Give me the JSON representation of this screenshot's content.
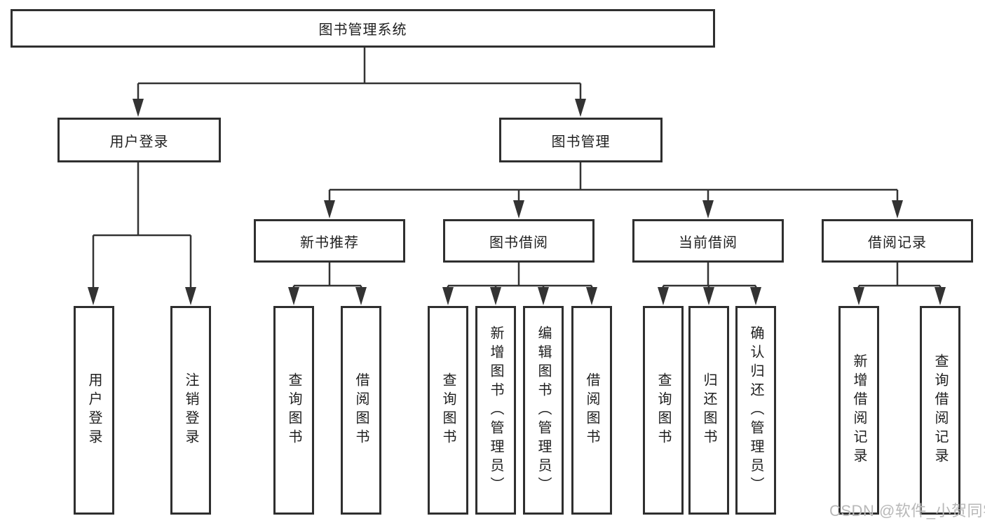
{
  "nodes": {
    "root": {
      "label": "图书管理系统"
    },
    "level2": [
      {
        "label": "用户登录"
      },
      {
        "label": "图书管理"
      }
    ],
    "level3": [
      {
        "label": "新书推荐"
      },
      {
        "label": "图书借阅"
      },
      {
        "label": "当前借阅"
      },
      {
        "label": "借阅记录"
      }
    ],
    "leaves_user_login": [
      {
        "label": "用户登录"
      },
      {
        "label": "注销登录"
      }
    ],
    "leaves_new_book": [
      {
        "label": "查询图书"
      },
      {
        "label": "借阅图书"
      }
    ],
    "leaves_book_borrow": [
      {
        "label": "查询图书"
      },
      {
        "label": "新增图书（管理员）"
      },
      {
        "label": "编辑图书（管理员）"
      },
      {
        "label": "借阅图书"
      }
    ],
    "leaves_current_borrow": [
      {
        "label": "查询图书"
      },
      {
        "label": "归还图书"
      },
      {
        "label": "确认归还（管理员）"
      }
    ],
    "leaves_borrow_records": [
      {
        "label": "新增借阅记录"
      },
      {
        "label": "查询借阅记录"
      }
    ]
  },
  "structure": {
    "图书管理系统": [
      "用户登录",
      "图书管理"
    ],
    "用户登录": [
      "用户登录",
      "注销登录"
    ],
    "图书管理": [
      "新书推荐",
      "图书借阅",
      "当前借阅",
      "借阅记录"
    ],
    "新书推荐": [
      "查询图书",
      "借阅图书"
    ],
    "图书借阅": [
      "查询图书",
      "新增图书（管理员）",
      "编辑图书（管理员）",
      "借阅图书"
    ],
    "当前借阅": [
      "查询图书",
      "归还图书",
      "确认归还（管理员）"
    ],
    "借阅记录": [
      "新增借阅记录",
      "查询借阅记录"
    ]
  },
  "watermark": {
    "text": "CSDN @软件_小贺同学"
  },
  "colors": {
    "line": "#333333",
    "box_border": "#2f2f2f",
    "text": "#1f1f1f",
    "watermark": "#b8b8b8",
    "background": "#ffffff"
  }
}
